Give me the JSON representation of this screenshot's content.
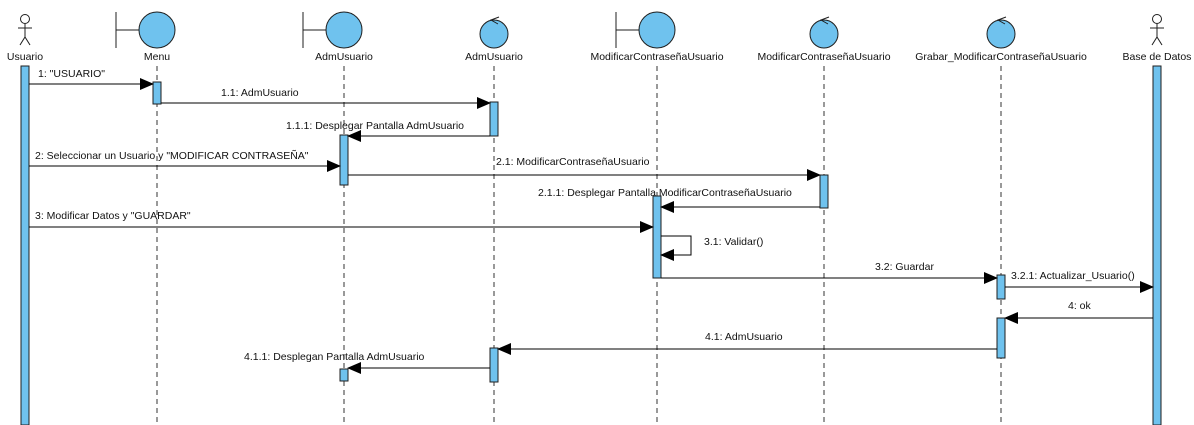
{
  "colors": {
    "fill": "#6fc2ee",
    "line": "#1f1f1f",
    "background": "#ffffff"
  },
  "participants": [
    {
      "id": "usuario",
      "name": "Usuario",
      "kind": "actor"
    },
    {
      "id": "menu",
      "name": "Menu",
      "kind": "boundary"
    },
    {
      "id": "admusuario_b",
      "name": "AdmUsuario",
      "kind": "boundary"
    },
    {
      "id": "admusuario_c",
      "name": "AdmUsuario",
      "kind": "control"
    },
    {
      "id": "modificar_b",
      "name": "ModificarContraseñaUsuario",
      "kind": "boundary"
    },
    {
      "id": "modificar_c",
      "name": "ModificarContraseñaUsuario",
      "kind": "control"
    },
    {
      "id": "grabar_c",
      "name": "Grabar_ModificarContraseñaUsuario",
      "kind": "control"
    },
    {
      "id": "basedatos",
      "name": "Base de Datos",
      "kind": "actor"
    }
  ],
  "messages": [
    {
      "label": "1: \"USUARIO\"",
      "from": "usuario",
      "to": "menu"
    },
    {
      "label": "1.1: AdmUsuario",
      "from": "menu",
      "to": "admusuario_c"
    },
    {
      "label": "1.1.1: Desplegar Pantalla AdmUsuario",
      "from": "admusuario_c",
      "to": "admusuario_b"
    },
    {
      "label": "2: Seleccionar un Usuario y \"MODIFICAR CONTRASEÑA\"",
      "from": "usuario",
      "to": "admusuario_b"
    },
    {
      "label": "2.1: ModificarContraseñaUsuario",
      "from": "admusuario_b",
      "to": "modificar_c"
    },
    {
      "label": "2.1.1: Desplegar Pantalla ModificarContraseñaUsuario",
      "from": "modificar_c",
      "to": "modificar_b"
    },
    {
      "label": "3: Modificar Datos y \"GUARDAR\"",
      "from": "usuario",
      "to": "modificar_b"
    },
    {
      "label": "3.1: Validar()",
      "from": "modificar_b",
      "to": "modificar_b"
    },
    {
      "label": "3.2: Guardar",
      "from": "modificar_b",
      "to": "grabar_c"
    },
    {
      "label": "3.2.1: Actualizar_Usuario()",
      "from": "grabar_c",
      "to": "basedatos"
    },
    {
      "label": "4: ok",
      "from": "basedatos",
      "to": "grabar_c"
    },
    {
      "label": "4.1: AdmUsuario",
      "from": "grabar_c",
      "to": "admusuario_c"
    },
    {
      "label": "4.1.1: Desplegan Pantalla AdmUsuario",
      "from": "admusuario_c",
      "to": "admusuario_b"
    }
  ]
}
